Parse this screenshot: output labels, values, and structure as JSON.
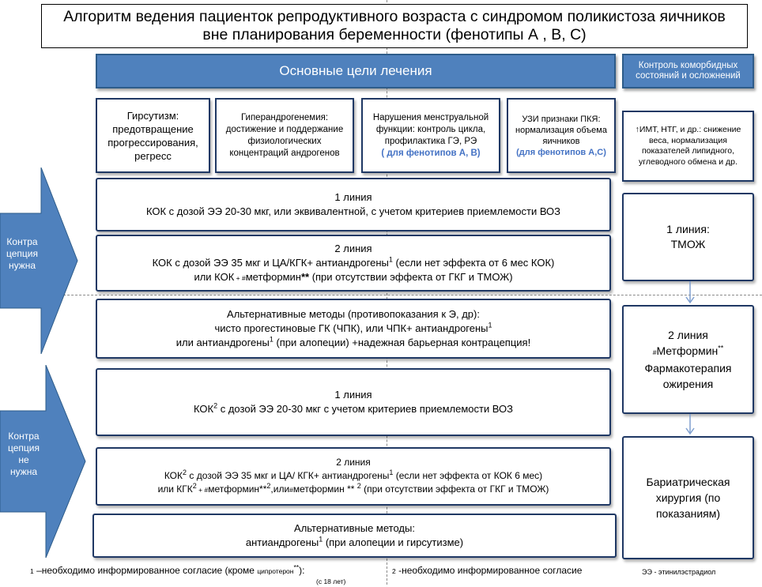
{
  "title": {
    "line1": "Алгоритм ведения пациенток репродуктивного возраста с синдромом поликистоза яичников",
    "line2": "вне планирования беременности (фенотипы А , В, С)"
  },
  "header": {
    "goals": "Основные цели  лечения",
    "comorbid": "Контроль коморбидных состояний и осложнений"
  },
  "goals": {
    "hirsutism": "Гирсутизм: предотвращение прогрессирования, регресс",
    "hyperandrogenemia": "Гиперандрогенемия: достижение и поддержание физиологических концентраций андрогенов",
    "menstrual": "Нарушения менструальной функции: контроль цикла, профилактика ГЭ, РЭ",
    "menstrual_note": "( для фенотипов А, В)",
    "uzi": "УЗИ признаки ПКЯ: нормализация объема яичников",
    "uzi_note": "(для фенотипов А,С)",
    "comorbid": "↑ИМТ, НТГ, и др.: снижение веса, нормализация показателей липидного, углеводного обмена   и др."
  },
  "arrows": {
    "needed": [
      "Контра",
      "цепция",
      "нужна"
    ],
    "not_needed": [
      "Контра",
      "цепция",
      "не",
      "нужна"
    ]
  },
  "boxes": {
    "c1": {
      "head": "1 линия",
      "text": "КОК с дозой ЭЭ 20-30 мкг, или эквивалентной, с учетом критериев приемлемости ВОЗ"
    },
    "c2": {
      "head": "2 линия",
      "l1": "КОК с дозой ЭЭ 35 мкг и ЦА/КГК+ антиандрогены",
      "l1_sup": "1",
      "l1_end": "  (если нет эффекта от  6 мес КОК)",
      "l2a": "или КОК",
      "l2_mark": " + #",
      "l2b": "метформин",
      "l2_bold": "**",
      "l2c": " (при отсутствии эффекта от ГКГ и ТМОЖ)"
    },
    "alt1": {
      "l1": "Альтернативные методы (противопоказания к Э, др):",
      "l2": "чисто прогестиновые ГК (ЧПК), или ЧПК+ антиандрогены",
      "l2_sup": "1",
      "l3a": "или антиандрогены",
      "l3_sup": "1",
      "l3b": "  (при алопеции) +надежная барьерная контрацепция!"
    },
    "n1": {
      "head": "1 линия",
      "a": "КОК",
      "sup": "2",
      "b": "   с дозой ЭЭ 20-30 мкг с учетом критериев приемлемости ВОЗ"
    },
    "n2": {
      "head": "2 линия",
      "l1a": "КОК",
      "l1_sup1": "2",
      "l1b": "   с дозой ЭЭ 35 мкг и ЦА/ КГК+ антиандрогены",
      "l1_sup2": "1",
      "l1c": " (если нет эффекта от  КОК  6 мес)",
      "l2a": "или  КГК",
      "l2_sup": "2",
      "l2_mark": " + #",
      "l2b": "метформин**",
      "l2_sup2": "2",
      "l2c": ",или",
      "l2_mark2": "#",
      "l2d": "метформин ** ",
      "l2_sup3": "2",
      "l2e": " (при отсутствии эффекта от ГКГ и ТМОЖ)"
    },
    "alt2": {
      "l1": "Альтернативные методы:",
      "l2a": "антиандрогены",
      "l2_sup": "1",
      "l2b": "  (при алопеции и гирсутизме)"
    },
    "r1": {
      "head": "1 линия:",
      "text": "ТМОЖ"
    },
    "r2": {
      "head": "2 линия",
      "mark": "#",
      "drug": "Метформин",
      "drug_sup": "**",
      "text": "Фармакотерапия ожирения"
    },
    "r3": {
      "text": "Бариатрическая хирургия (по показаниям)"
    }
  },
  "footer": {
    "n1": "1",
    "t1": "–необходимо информированное согласие (кроме ",
    "t1_small": "ципротерон",
    "t1_small_sup": "**",
    "t1_end": "):",
    "t1_note": "(с 18 лет)",
    "n2": "2",
    "t2": " -необходимо информированное согласие",
    "t3": "ЭЭ - этинилэстрадиол"
  },
  "colors": {
    "accent": "#4f81bd",
    "border": "#1f3864",
    "note": "#4472c4"
  }
}
